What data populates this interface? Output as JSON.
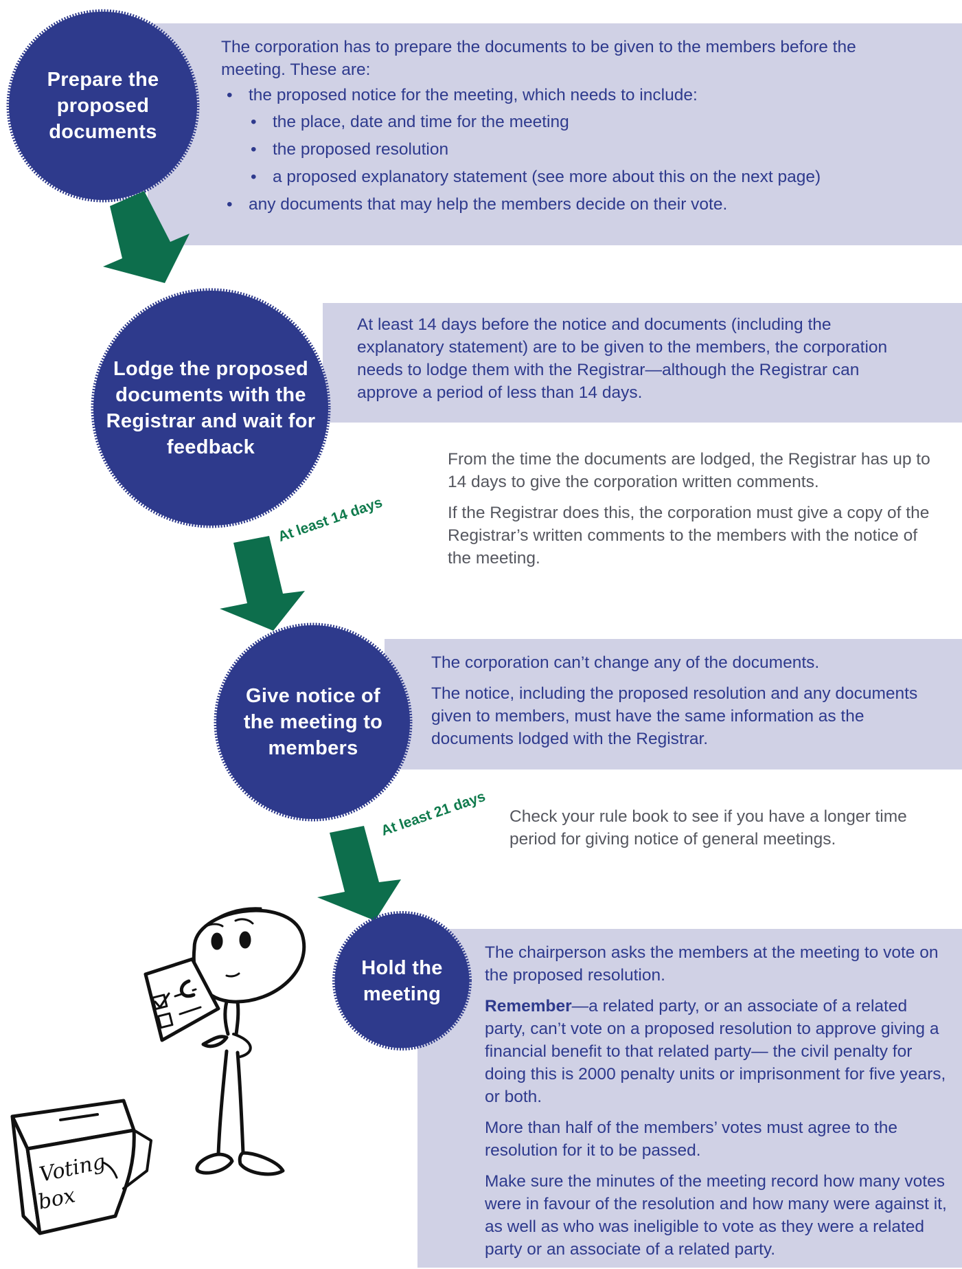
{
  "colors": {
    "circle": "#2e3a8c",
    "panel": "#d0d1e5",
    "arrow": "#0d6e4c",
    "text": "#2e3a8d",
    "grey_text": "#55575f"
  },
  "steps": [
    {
      "label": "Prepare the proposed documents",
      "intro": "The corporation has to prepare the documents to be given to the members before the meeting. These are:",
      "bullet_notice": "the proposed notice for the meeting, which needs to include:",
      "sub_bullets": [
        "the place, date and time for the meeting",
        "the proposed resolution",
        "a proposed explanatory statement (see more about this on the next page)"
      ],
      "bullet_docs": "any documents that may help the members decide on their vote."
    },
    {
      "label": "Lodge the proposed documents with the Registrar and wait for feedback",
      "panel_text": "At least 14 days before the notice and documents (including the explanatory statement) are to be given to the members, the corporation needs to lodge them with the Registrar—although the Registrar can approve a period of less than 14 days.",
      "note_1": "From the time the documents are lodged, the Registrar has up to 14 days to give the corporation written comments.",
      "note_2": "If the Registrar does this, the corporation must give a copy of the Registrar’s written comments to the members with the notice of the meeting."
    },
    {
      "label": "Give notice of the meeting to members",
      "panel_text_1": "The corporation can’t change any of the documents.",
      "panel_text_2": "The notice, including the proposed resolution and any documents given to members, must have the same information as the documents lodged with the Registrar.",
      "note": "Check your rule book to see if you have a longer time period for giving notice of general meetings."
    },
    {
      "label": "Hold the meeting",
      "text_1": "The chairperson asks the members at the meeting to vote on the proposed resolution.",
      "remember_label": "Remember",
      "remember_text": "—a related party, or an associate of a related party, can’t vote on a proposed resolution to approve giving a financial benefit to that related party— the civil penalty for doing this is 2000 penalty units or imprisonment for five years, or both.",
      "text_3": "More than half of the members’ votes must agree to the resolution for it to be passed.",
      "text_4": "Make sure the minutes of the meeting record how many votes were in favour of the resolution and how many were against it, as well as who was ineligible to vote as they were a related party or an associate of a related party."
    }
  ],
  "gaps": [
    "At least 14 days",
    "At least 21 days"
  ],
  "illustration": {
    "box_label_1": "Voting",
    "box_label_2": "box"
  }
}
